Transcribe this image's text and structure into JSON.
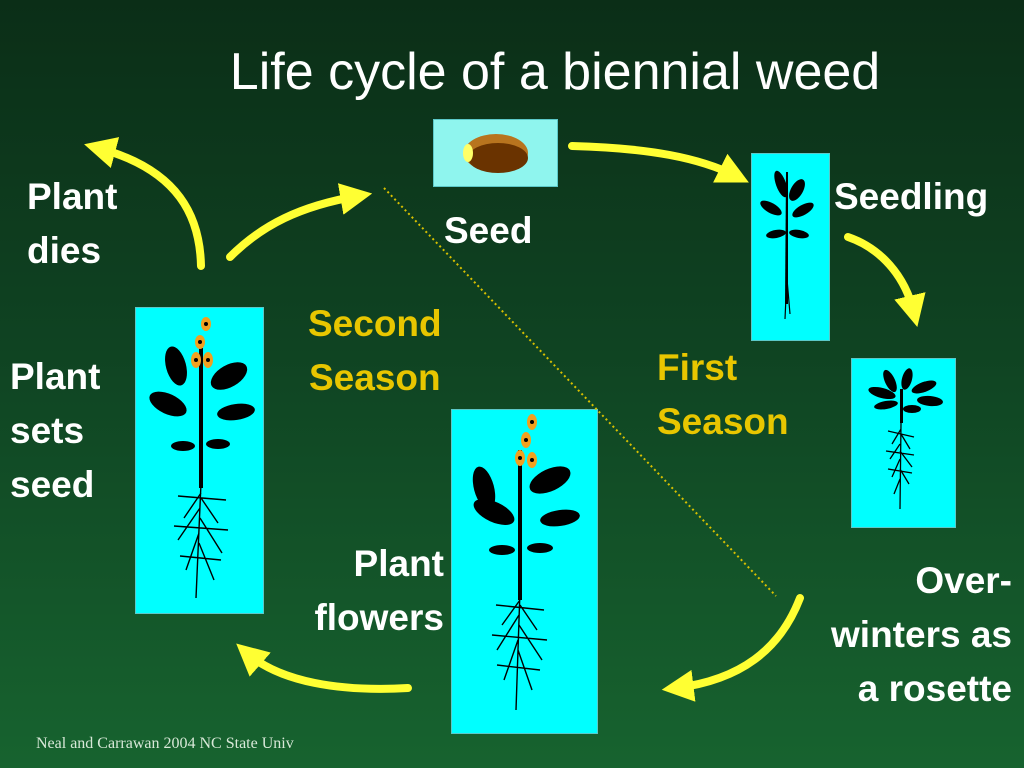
{
  "title": "Life cycle of a biennial weed",
  "labels": {
    "seed": "Seed",
    "seedling": "Seedling",
    "overwinters": "Over-\nwinters as\na rosette",
    "plant_flowers": "Plant\nflowers",
    "plant_sets_seed": "Plant\nsets\nseed",
    "plant_dies": "Plant\ndies"
  },
  "seasons": {
    "first": "First\nSeason",
    "second": "Second\nSeason"
  },
  "footer": "Neal and Carrawan 2004 NC State Univ",
  "colors": {
    "arrow": "#ffff33",
    "panel": "#00ffff",
    "season_text": "#e8c600",
    "seed_body": "#7a3f00",
    "seed_rim": "#b8741e",
    "flower": "#f0a020"
  }
}
